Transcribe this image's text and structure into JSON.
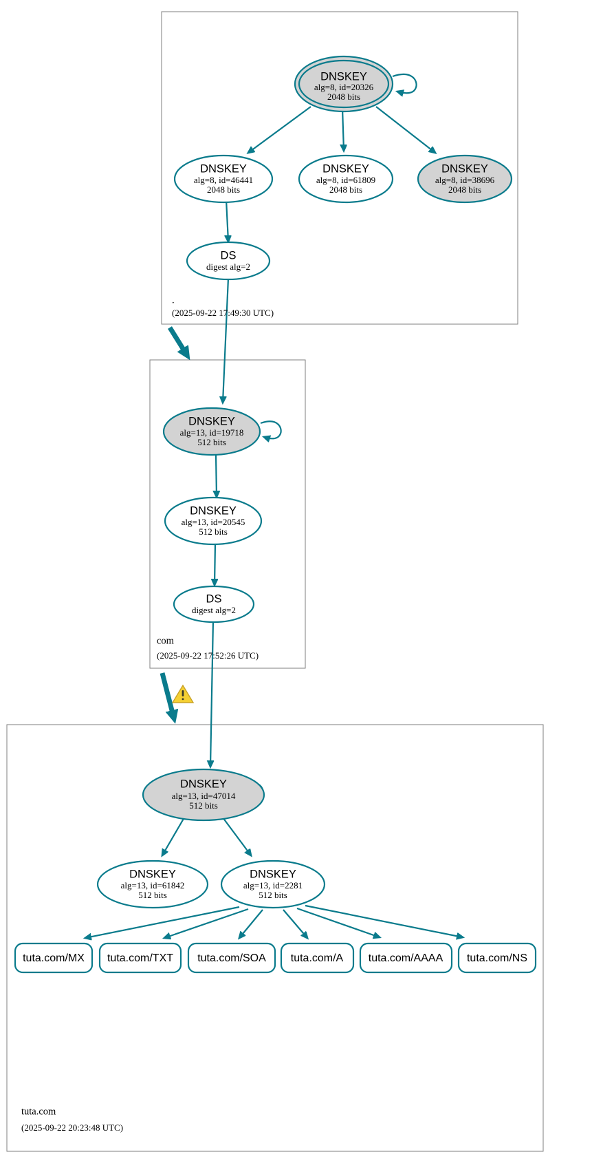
{
  "diagram": {
    "type": "dnssec-authentication-chain",
    "accent_color": "#0a7b8c",
    "secure_key_fill": "#d3d3d3",
    "plain_key_fill": "#ffffff",
    "zone_border_color": "#7f7f7f",
    "warning_color": "#f5d033"
  },
  "zones": [
    {
      "id": "root",
      "label": ".",
      "timestamp": "(2025-09-22 17:49:30 UTC)",
      "nodes": [
        {
          "id": "root-ksk",
          "kind": "DNSKEY",
          "title": "DNSKEY",
          "params": "alg=8, id=20326",
          "size": "2048 bits",
          "alg": 8,
          "key_id": 20326,
          "bits": 2048,
          "role": "ksk",
          "double_ring": true,
          "shaded": true,
          "self_sign": true
        },
        {
          "id": "root-zsk-46441",
          "kind": "DNSKEY",
          "title": "DNSKEY",
          "params": "alg=8, id=46441",
          "size": "2048 bits",
          "alg": 8,
          "key_id": 46441,
          "bits": 2048,
          "role": "zsk",
          "double_ring": false,
          "shaded": false,
          "self_sign": false
        },
        {
          "id": "root-zsk-61809",
          "kind": "DNSKEY",
          "title": "DNSKEY",
          "params": "alg=8, id=61809",
          "size": "2048 bits",
          "alg": 8,
          "key_id": 61809,
          "bits": 2048,
          "role": "zsk",
          "double_ring": false,
          "shaded": false,
          "self_sign": false
        },
        {
          "id": "root-zsk-38696",
          "kind": "DNSKEY",
          "title": "DNSKEY",
          "params": "alg=8, id=38696",
          "size": "2048 bits",
          "alg": 8,
          "key_id": 38696,
          "bits": 2048,
          "role": "zsk",
          "double_ring": false,
          "shaded": true,
          "self_sign": false
        },
        {
          "id": "root-ds-com",
          "kind": "DS",
          "title": "DS",
          "params": "digest alg=2",
          "size": "",
          "digest_alg": 2,
          "shaded": false
        }
      ]
    },
    {
      "id": "com",
      "label": "com",
      "timestamp": "(2025-09-22 17:52:26 UTC)",
      "nodes": [
        {
          "id": "com-ksk",
          "kind": "DNSKEY",
          "title": "DNSKEY",
          "params": "alg=13, id=19718",
          "size": "512 bits",
          "alg": 13,
          "key_id": 19718,
          "bits": 512,
          "role": "ksk",
          "double_ring": false,
          "shaded": true,
          "self_sign": true
        },
        {
          "id": "com-zsk-20545",
          "kind": "DNSKEY",
          "title": "DNSKEY",
          "params": "alg=13, id=20545",
          "size": "512 bits",
          "alg": 13,
          "key_id": 20545,
          "bits": 512,
          "role": "zsk",
          "double_ring": false,
          "shaded": false,
          "self_sign": false
        },
        {
          "id": "com-ds-tuta",
          "kind": "DS",
          "title": "DS",
          "params": "digest alg=2",
          "size": "",
          "digest_alg": 2,
          "shaded": false
        }
      ]
    },
    {
      "id": "tuta-com",
      "label": "tuta.com",
      "timestamp": "(2025-09-22 20:23:48 UTC)",
      "nodes": [
        {
          "id": "tuta-ksk",
          "kind": "DNSKEY",
          "title": "DNSKEY",
          "params": "alg=13, id=47014",
          "size": "512 bits",
          "alg": 13,
          "key_id": 47014,
          "bits": 512,
          "role": "ksk",
          "double_ring": false,
          "shaded": true,
          "self_sign": true
        },
        {
          "id": "tuta-zsk-61842",
          "kind": "DNSKEY",
          "title": "DNSKEY",
          "params": "alg=13, id=61842",
          "size": "512 bits",
          "alg": 13,
          "key_id": 61842,
          "bits": 512,
          "role": "zsk",
          "double_ring": false,
          "shaded": false,
          "self_sign": false
        },
        {
          "id": "tuta-zsk-2281",
          "kind": "DNSKEY",
          "title": "DNSKEY",
          "params": "alg=13, id=2281",
          "size": "512 bits",
          "alg": 13,
          "key_id": 2281,
          "bits": 512,
          "role": "zsk",
          "double_ring": false,
          "shaded": false,
          "self_sign": false
        }
      ],
      "rrsets": [
        {
          "id": "rr-mx",
          "label": "tuta.com/MX"
        },
        {
          "id": "rr-txt",
          "label": "tuta.com/TXT"
        },
        {
          "id": "rr-soa",
          "label": "tuta.com/SOA"
        },
        {
          "id": "rr-a",
          "label": "tuta.com/A"
        },
        {
          "id": "rr-aaaa",
          "label": "tuta.com/AAAA"
        },
        {
          "id": "rr-ns",
          "label": "tuta.com/NS"
        }
      ]
    }
  ],
  "warnings": [
    {
      "id": "delegation-warning-com-to-tuta",
      "icon": "warning-triangle-icon",
      "glyph": "!"
    }
  ]
}
